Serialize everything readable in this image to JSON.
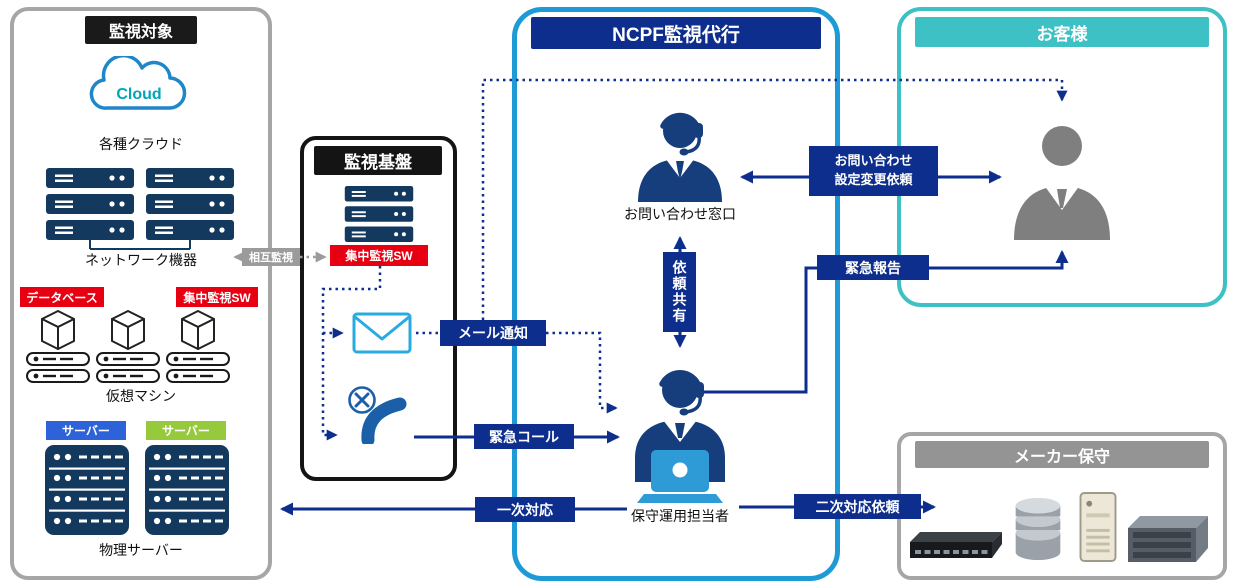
{
  "colors": {
    "navy_arrow": "#0d2e8c",
    "person_navy": "#173e7c",
    "device_navy": "#14395e",
    "alert_red": "#e60012",
    "teal": "#3dc1c4",
    "gray": "#9b9b9b",
    "light_blue_mail": "#29abe2",
    "ncpf_border_blue": "#1e9bd7",
    "laptop_blue": "#2e9bd6",
    "server_badge_blue": "#2d62d8",
    "server_badge_green": "#97c93d"
  },
  "panels": {
    "targets": {
      "title": "監視対象",
      "cloud_text": "Cloud",
      "cloud_label": "各種クラウド",
      "network_label": "ネットワーク機器",
      "database_badge": "データベース",
      "monitor_sw_badge": "集中監視SW",
      "vm_label": "仮想マシン",
      "server_badge_blue": "サーバー",
      "server_badge_green": "サーバー",
      "physical_label": "物理サーバー"
    },
    "platform": {
      "title": "監視基盤",
      "monitor_sw_badge": "集中監視SW"
    },
    "ncpf": {
      "title": "NCPF監視代行",
      "contact_label": "お問い合わせ窓口",
      "share_label": "依頼共有",
      "operator_label": "保守運用担当者"
    },
    "customer": {
      "title": "お客様"
    },
    "maker": {
      "title": "メーカー保守"
    }
  },
  "connectors": {
    "mutual_label": "相互監視",
    "mail_label": "メール通知",
    "call_label": "緊急コール",
    "primary_label": "一次対応",
    "secondary_label": "二次対応依頼",
    "inquiry_line1": "お問い合わせ",
    "inquiry_line2": "設定変更依頼",
    "report_label": "緊急報告"
  }
}
